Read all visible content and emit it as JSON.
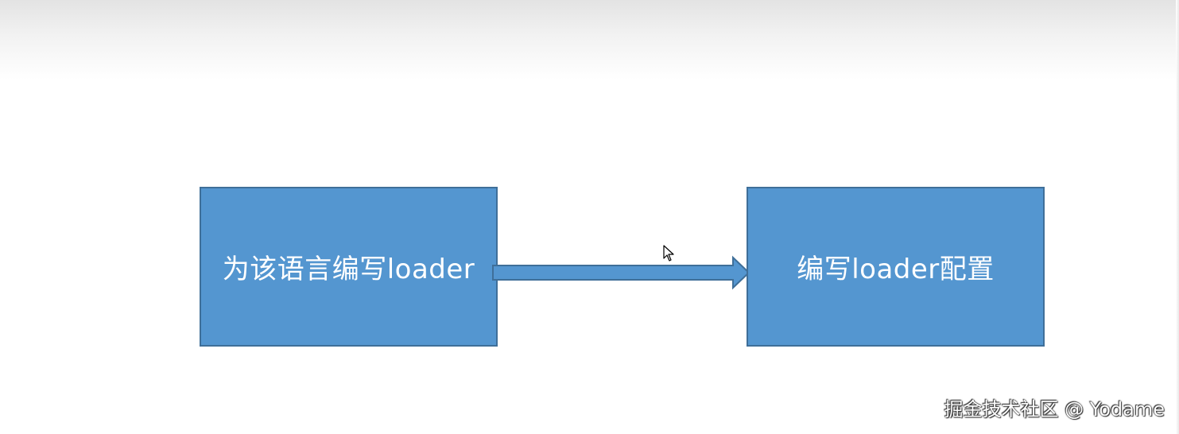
{
  "diagram": {
    "steps": [
      {
        "label": "为该语言编写loader"
      },
      {
        "label": "编写loader配置"
      }
    ],
    "connector": "arrow"
  },
  "colors": {
    "box_fill": "#5496d0",
    "box_border": "#3f6f99",
    "text": "#ffffff"
  },
  "watermark": {
    "text": "掘金技术社区 @ Yodame"
  }
}
